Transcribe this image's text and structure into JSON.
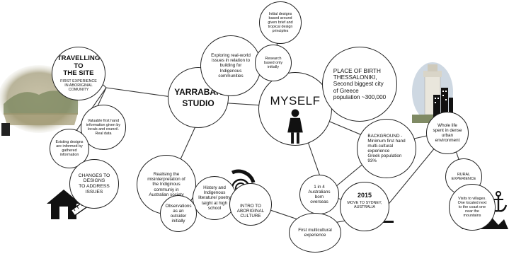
{
  "nodes": {
    "myself": "MYSELF",
    "yarrabah": "YARRABAH\nSTUDIO",
    "travelling_title": "TRAVELLING TO\nTHE SITE",
    "travelling_sub": "FIRST EXPERIENCE\nIN ABORIGINAL\nCOMUNITY",
    "exploring": "Exploring real-world\nissues in relation to\nbuilding for\nIndigenous\ncommunities",
    "initial_designs": "Initial designs\nbased around\ngiven brief and\ntropical design\nprinciples",
    "research": "Research\nbased only\ninitially",
    "place_of_birth": "PLACE OF BIRTH\nTHESSALONIKI,\nSecond biggest city\nof Greece\npopulation ~300,000",
    "background": "BACKGROUND -\nMinimum first hand\nmulti-cultural\nexperience\nGreek population\n93%",
    "dense_urban": "Whole life\nspent in dense\nurban\nenvironment",
    "rural": "RURAL\nEXPERIENCE",
    "visits": "Visits to villages.\nOne located next\nto the coast one\nnear the\nmountains",
    "valuable": "Valuable first hand\ninformation given by\nlocals and council.\nReal data",
    "existing": "Existing designs\nare informed by\ngathered\ninformation",
    "changes": "CHANGES TO\nDESIGNS\nTO ADDRESS\nISSUES",
    "realising": "Realising the\nmisinterpretation of\nthe Indiginous\ncommuniy in\nAustralian society",
    "history": "History and\nIndigenous\nliterature/ poetry\ntaight at high\nschool",
    "observations": "Observations\nas an\noutsider\ninitially",
    "intro": "INTRO TO\nABORIGINAL\nCULTURE",
    "one_in_four": "1 in 4\nAustralians\nborn\noverseas",
    "year": "2015",
    "move": "MOVE TO SYDNEY,\nAUSTRALIA",
    "first_multicultural": "First multicultural\nexperience"
  },
  "icons": [
    "person-icon",
    "house-icon",
    "ruler-icon",
    "spiral-icon",
    "opera-house-icon",
    "skyscraper-icon",
    "anchor-icon",
    "mountains-icon",
    "landscape-photo",
    "white-tower-photo"
  ]
}
